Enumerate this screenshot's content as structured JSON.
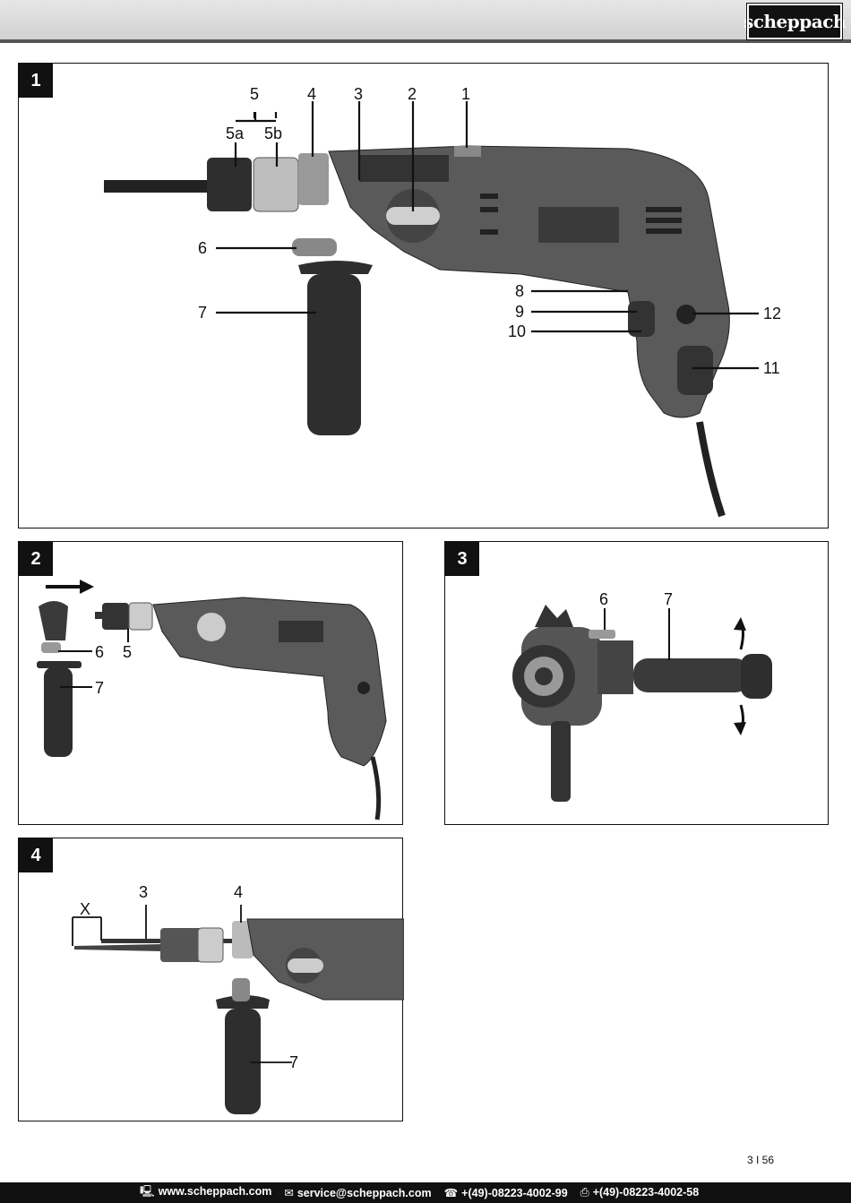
{
  "brand": {
    "logo_text": "scheppach"
  },
  "figures": [
    {
      "number": "1",
      "labels": [
        "5",
        "4",
        "3",
        "2",
        "1",
        "5a",
        "5b",
        "6",
        "7",
        "8",
        "9",
        "10",
        "12",
        "11"
      ]
    },
    {
      "number": "2",
      "labels": [
        "6",
        "5",
        "7"
      ]
    },
    {
      "number": "3",
      "labels": [
        "6",
        "7"
      ]
    },
    {
      "number": "4",
      "labels": [
        "3",
        "4",
        "X",
        "7"
      ]
    }
  ],
  "page_number": "3 I 56",
  "footer": {
    "website": "www.scheppach.com",
    "email": "service@scheppach.com",
    "phone": "+(49)-08223-4002-99",
    "fax": "+(49)-08223-4002-58"
  }
}
